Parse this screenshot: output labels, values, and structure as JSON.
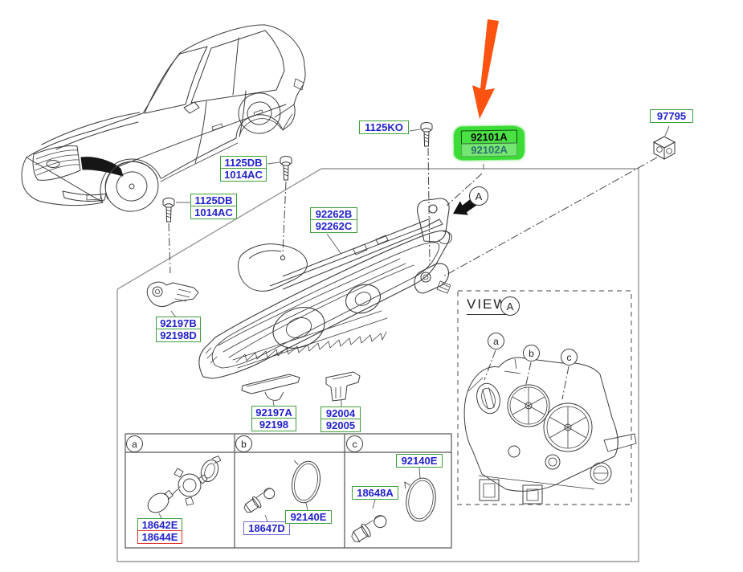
{
  "page": {
    "background": "#ffffff",
    "type": "parts-catalog-exploded-diagram",
    "subject": "head lamp assembly"
  },
  "annotation": {
    "arrow_color": "#fe5310",
    "highlight_color": "#3cdc36",
    "highlighted_part": "92101A"
  },
  "colors": {
    "label_text": "#2222cc",
    "green_border": "#3f9e3d",
    "blue_border": "#6b6be0",
    "red_border": "#e03434",
    "line_art": "#3a3a3a",
    "boundary": "#999999"
  },
  "labels": {
    "bolt_kit_top": {
      "lines": [
        "1125KO"
      ]
    },
    "headlamp_assy": {
      "lines": [
        "92101A",
        "92102A"
      ]
    },
    "relay": {
      "lines": [
        "97795"
      ]
    },
    "bolt_kit_left_upper": {
      "lines": [
        "1125DB",
        "1014AC"
      ]
    },
    "bolt_kit_left_lower": {
      "lines": [
        "1125DB",
        "1014AC"
      ]
    },
    "inner_bezel": {
      "lines": [
        "92262B",
        "92262C"
      ]
    },
    "bracket_side": {
      "lines": [
        "92197B",
        "92198D"
      ]
    },
    "bracket_lower_outer": {
      "lines": [
        "92197A",
        "92198"
      ]
    },
    "bracket_lower_inner": {
      "lines": [
        "92004",
        "92005"
      ]
    },
    "bulb_cell_a": {
      "lines": [
        "18642E",
        "18644E"
      ]
    },
    "bulb_cell_b": {
      "lines": [
        "18647D"
      ]
    },
    "ring_cell_b": {
      "lines": [
        "92140E"
      ]
    },
    "bulb_cell_c": {
      "lines": [
        "18648A"
      ]
    },
    "ring_cell_c": {
      "lines": [
        "92140E"
      ]
    }
  },
  "view_panel": {
    "title": "VIEW",
    "letter": "A",
    "callouts": [
      "a",
      "b",
      "c"
    ]
  },
  "direction_marker": {
    "letter": "A"
  },
  "bulb_table": {
    "columns": [
      "a",
      "b",
      "c"
    ]
  }
}
